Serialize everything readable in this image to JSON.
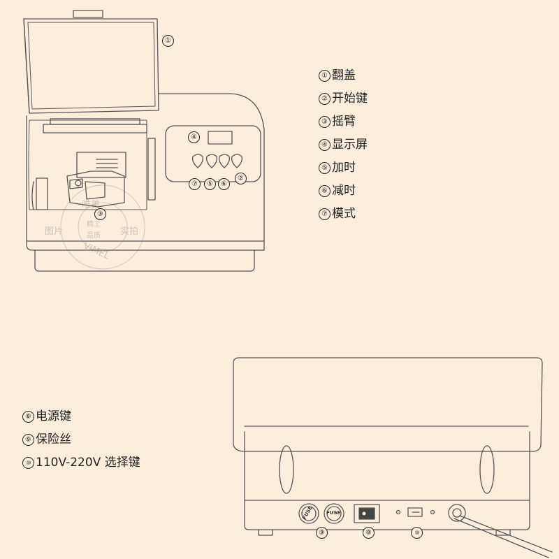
{
  "front_view": {
    "callouts": [
      "①",
      "②",
      "③",
      "④",
      "⑤",
      "⑥",
      "⑦"
    ]
  },
  "back_view": {
    "callouts": [
      "⑧",
      "⑨",
      "⑩"
    ],
    "fuse_label": "FUSE"
  },
  "watermark": {
    "lines": [
      "唯美",
      "图片",
      "精工",
      "品质",
      "实拍",
      "VIMEL"
    ]
  },
  "legend_front": [
    {
      "num": "①",
      "label": "翻盖"
    },
    {
      "num": "②",
      "label": "开始键"
    },
    {
      "num": "③",
      "label": "摇臂"
    },
    {
      "num": "④",
      "label": "显示屏"
    },
    {
      "num": "⑤",
      "label": "加时"
    },
    {
      "num": "⑥",
      "label": "减时"
    },
    {
      "num": "⑦",
      "label": "模式"
    }
  ],
  "legend_back": [
    {
      "num": "⑧",
      "label": "电源键"
    },
    {
      "num": "⑨",
      "label": "保险丝"
    },
    {
      "num": "⑩",
      "label": "110V-220V 选择键"
    }
  ]
}
